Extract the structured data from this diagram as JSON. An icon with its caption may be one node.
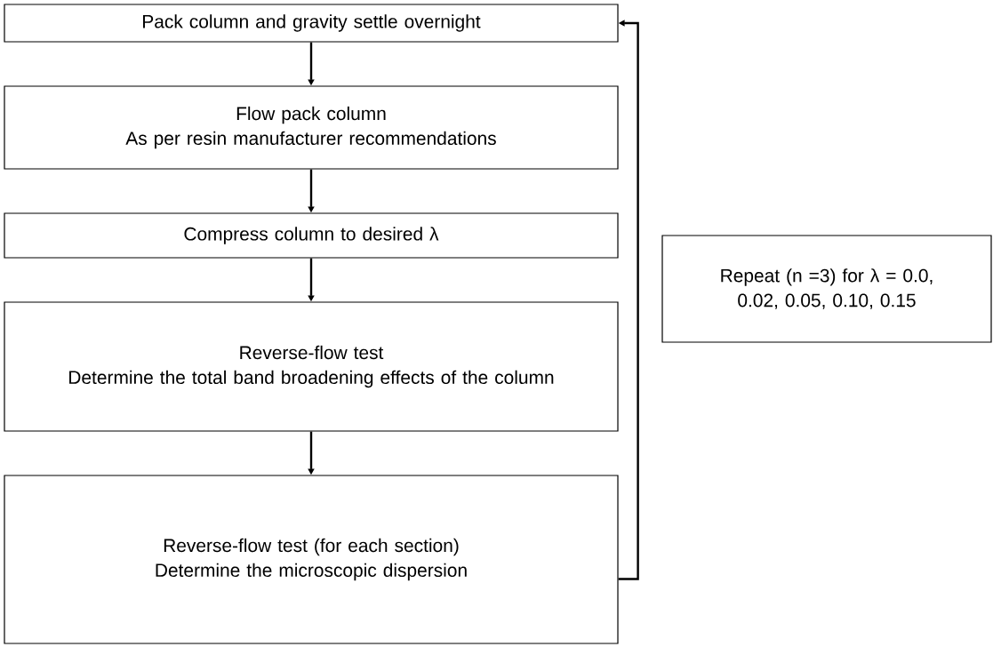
{
  "diagram": {
    "nodes": [
      {
        "text": [
          "Pack column and gravity settle overnight"
        ]
      },
      {
        "text": [
          "Flow pack column",
          "As per resin manufacturer recommendations"
        ]
      },
      {
        "text": [
          "Compress column to desired λ"
        ]
      },
      {
        "text": [
          "Reverse-flow test",
          "Determine the total band broadening effects of the column"
        ]
      },
      {
        "text": [
          "Reverse-flow test (for each section)",
          "Determine the microscopic dispersion"
        ]
      },
      {
        "text": [
          "Repeat (n =3) for λ = 0.0, 0.02, 0.05, 0.10, 0.15"
        ]
      }
    ],
    "edges": [
      {
        "from": 0,
        "to": 1,
        "arrow": "to"
      },
      {
        "from": 1,
        "to": 2,
        "arrow": "to"
      },
      {
        "from": 2,
        "to": 3,
        "arrow": "to"
      },
      {
        "from": 3,
        "to": 4,
        "arrow": "to"
      },
      {
        "from": 4,
        "to": 0,
        "arrow": "to"
      }
    ]
  }
}
